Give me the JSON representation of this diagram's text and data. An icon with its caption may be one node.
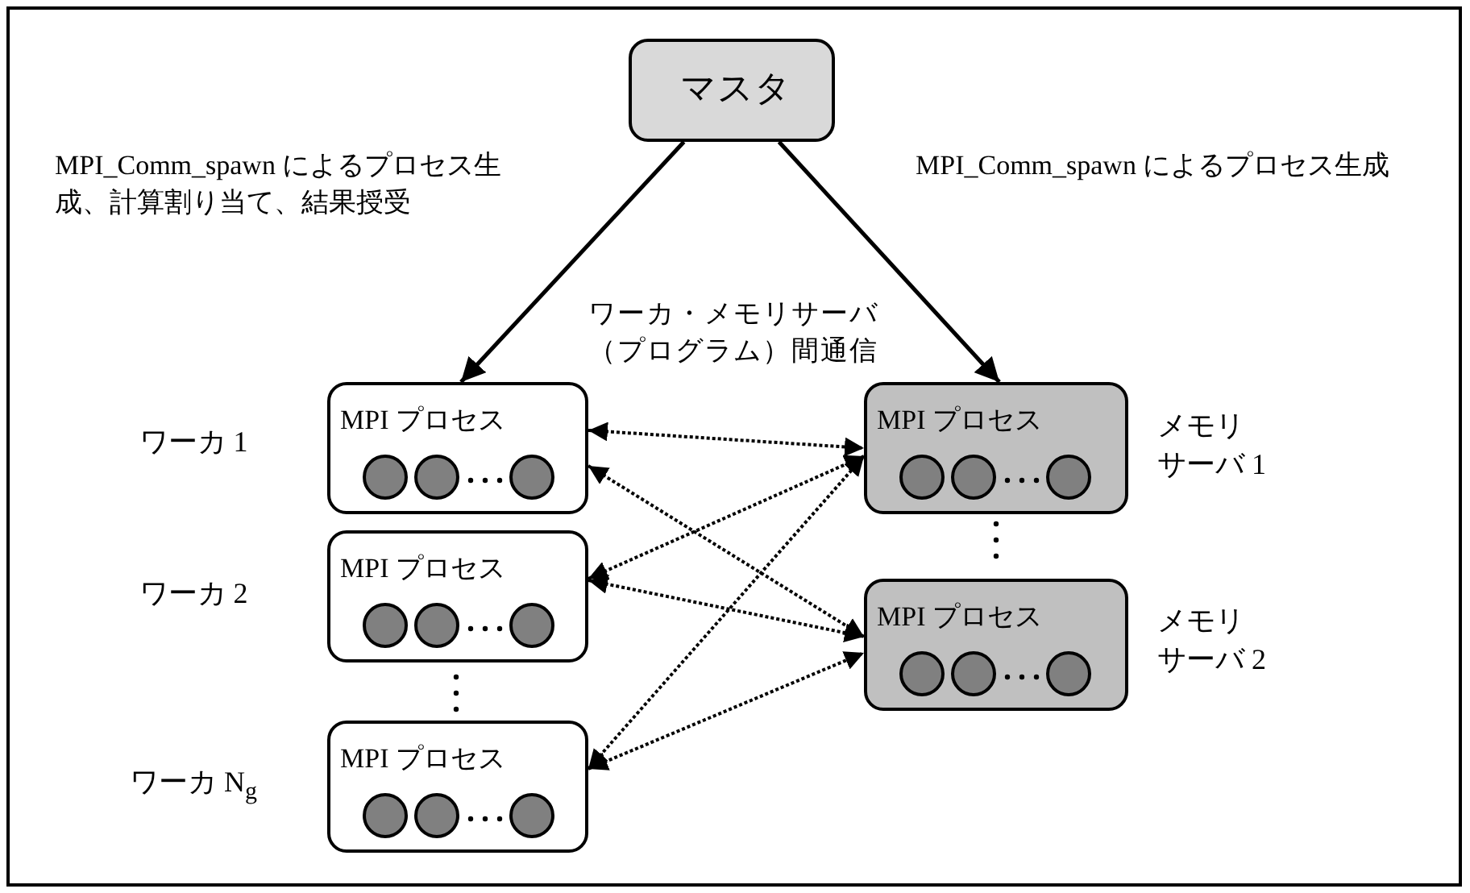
{
  "diagram": {
    "nodes": [
      {
        "text": [
          "マスタ"
        ]
      },
      {
        "text": [
          "MPI プロセス"
        ],
        "beside": [
          "ワーカ 1"
        ]
      },
      {
        "text": [
          "MPI プロセス"
        ],
        "beside": [
          "ワーカ 2"
        ]
      },
      {
        "text": [
          "MPI プロセス"
        ],
        "beside": [
          "ワーカ N$_{g}$"
        ]
      },
      {
        "text": [
          "MPI プロセス"
        ],
        "beside": [
          "メモリサーバ 1"
        ]
      },
      {
        "text": [
          "MPI プロセス"
        ],
        "beside": [
          "メモリサーバ 2"
        ]
      }
    ],
    "edges": [
      {
        "from": 0,
        "to": 1,
        "arrow": "to",
        "label": "MPI_Comm_spawn によるプロセス生成、計算割り当て、結果授受"
      },
      {
        "from": 0,
        "to": 4,
        "arrow": "to",
        "label": "MPI_Comm_spawn によるプロセス生成"
      },
      {
        "from": 1,
        "to": 4,
        "arrow": "both",
        "style": "dashed"
      },
      {
        "from": 1,
        "to": 5,
        "arrow": "both",
        "style": "dashed"
      },
      {
        "from": 2,
        "to": 4,
        "arrow": "both",
        "style": "dashed"
      },
      {
        "from": 2,
        "to": 5,
        "arrow": "both",
        "style": "dashed"
      },
      {
        "from": 3,
        "to": 4,
        "arrow": "both",
        "style": "dashed"
      },
      {
        "from": 3,
        "to": 5,
        "arrow": "both",
        "style": "dashed"
      }
    ],
    "labels": [
      "ワーカ・メモリサーバ（プログラム）間通信"
    ]
  }
}
